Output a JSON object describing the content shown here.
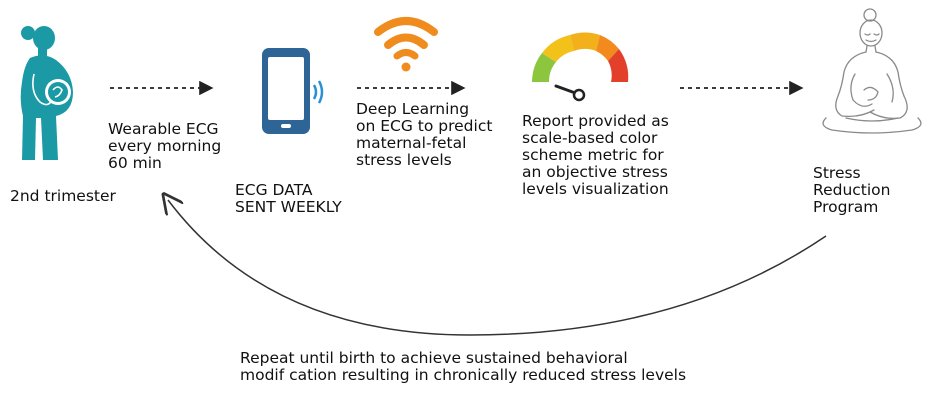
{
  "steps": {
    "pregnant": {
      "label": "2nd trimester",
      "icon": "pregnant-woman-icon"
    },
    "wearable": {
      "label": "Wearable ECG\nevery morning\n60 min"
    },
    "phone": {
      "label": "ECG DATA\nSENT WEEKLY",
      "icon": "smartphone-icon"
    },
    "deep_learning": {
      "label": "Deep Learning\non ECG to predict\nmaternal-fetal\nstress levels",
      "icon": "wifi-signal-icon"
    },
    "report": {
      "label": "Report provided as\nscale-based color\nscheme metric for\nan objective stress\nlevels visualization",
      "icon": "gauge-meter-icon"
    },
    "program": {
      "label": "Stress\nReduction\nProgram",
      "icon": "meditating-woman-icon"
    }
  },
  "loop": {
    "label": "Repeat until birth to achieve sustained behavioral\nmodif cation resulting in chronically reduced stress levels"
  },
  "colors": {
    "teal": "#1b9aa6",
    "phone_blue": "#2e6496",
    "wifi_orange": "#f08c1e",
    "gauge_green": "#8cc63f",
    "gauge_yellow": "#f2c21b",
    "gauge_orange": "#f28a1e",
    "gauge_red": "#e2402a",
    "line_art": "#8a8a8a"
  }
}
